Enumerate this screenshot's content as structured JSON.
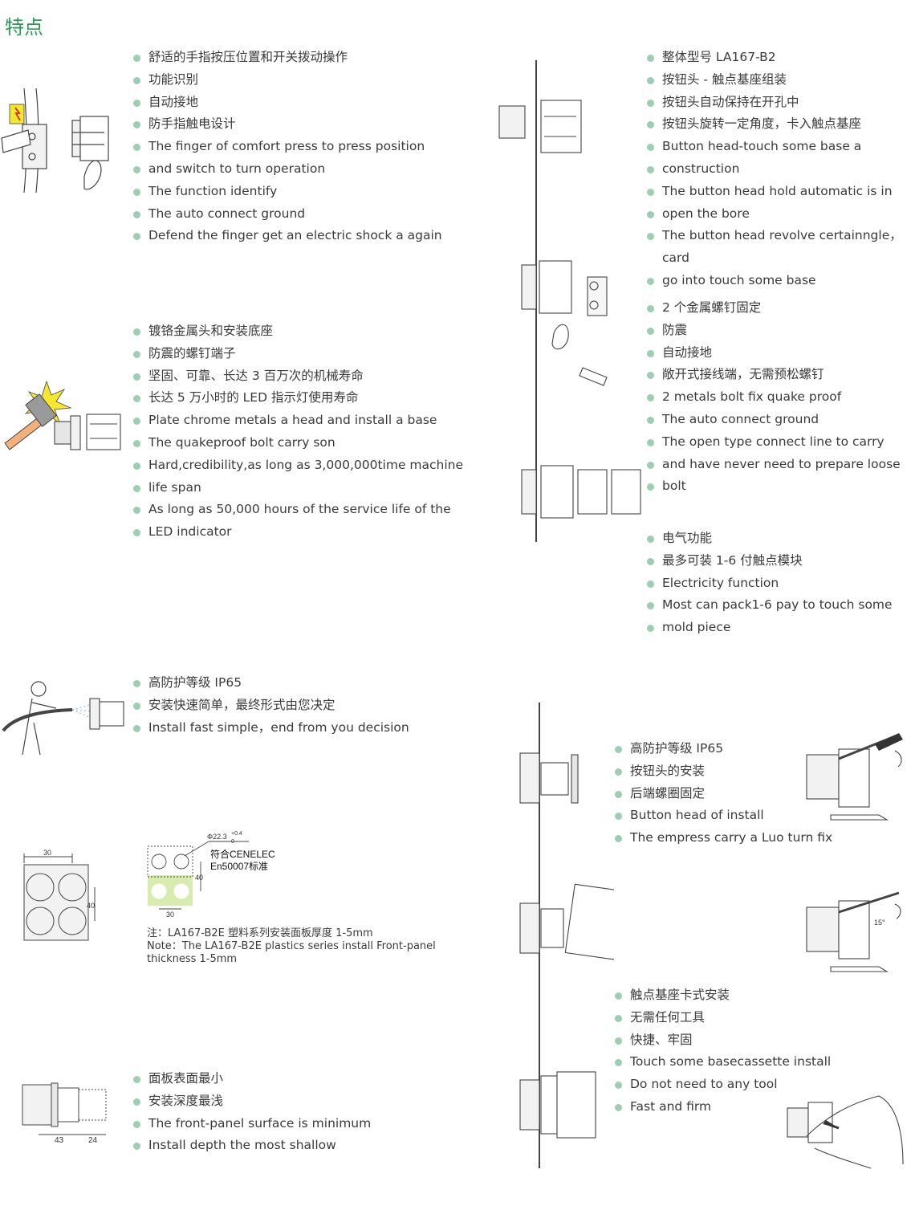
{
  "page": {
    "title": "特点"
  },
  "sections": {
    "s1": [
      "舒适的手指按压位置和开关拨动操作",
      "功能识别",
      "自动接地",
      "防手指触电设计",
      "The  finger of comfort press to press position",
      "and switch to turn operation",
      "The function identify",
      "The  auto connect ground",
      "Defend the finger get an electric shock a again"
    ],
    "s2": [
      "镀铬金属头和安装底座",
      "防震的螺钉端子",
      "坚固、可靠、长达 3 百万次的机械寿命",
      "长达 5 万小时的 LED 指示灯使用寿命",
      "Plate chrome metals a head and install a base",
      "The quakeproof bolt carry son",
      "Hard,credibility,as long as 3,000,000time machine",
      "life span",
      "As long as 50,000 hours of the service life of the",
      "LED indicator"
    ],
    "s3": [
      "高防护等级 IP65",
      "安装快速简单，最终形式由您决定",
      "Install fast simple，end from you decision"
    ],
    "s4": [
      "面板表面最小",
      "安装深度最浅",
      "The front-panel surface is minimum",
      "Install depth the most shallow"
    ],
    "r1": [
      "整体型号 LA167-B2",
      "按钮头 - 触点基座组装",
      "按钮头自动保持在开孔中",
      "按钮头旋转一定角度，卡入触点基座",
      "Button head-touch some base a",
      "construction",
      "The button head hold automatic is in",
      "open the bore",
      "The button head revolve certainngle，card",
      "go into touch some base"
    ],
    "r2": [
      "2 个金属螺钉固定",
      "防震",
      "自动接地",
      "敞开式接线端，无需预松螺钉",
      "2 metals bolt fix quake proof",
      "The auto connect ground",
      "The open type connect line to carry",
      "and have never need to prepare loose",
      "bolt"
    ],
    "r3": [
      "电气功能",
      "最多可装 1-6 付触点模块",
      "Electricity function",
      "Most can pack1-6 pay to touch some",
      "mold piece"
    ],
    "r4": [
      " 高防护等级 IP65",
      "按钮头的安装",
      "后端螺圈固定",
      "Button head of install",
      "The empress carry a Luo turn fix"
    ],
    "r5": [
      "触点基座卡式安装",
      "无需任何工具",
      "快捷、牢固",
      "Touch some basecassette install",
      "Do not need to any tool",
      "Fast and firm"
    ]
  },
  "note": {
    "cn": "注：LA167-B2E 塑料系列安装面板厚度 1-5mm",
    "en1": "Note：The LA167-B2E plastics series install Front-panel",
    "en2": "thickness 1-5mm"
  },
  "dimensions": {
    "d30a": "30",
    "d40a": "40",
    "d22": "Φ22.3",
    "tol_up": "+0.4",
    "tol_dn": "0",
    "std1": "符合CENELEC",
    "std2": "En50007标准",
    "d40b": "40",
    "d30b": "30",
    "d43": "43",
    "d24": "24",
    "angle": "15°"
  },
  "colors": {
    "title": "#2e9b55",
    "bullet": "#9ccfb1",
    "hammer": "#f4b07a",
    "star": "#f5e62e",
    "dimfill": "#d8ecb0"
  }
}
